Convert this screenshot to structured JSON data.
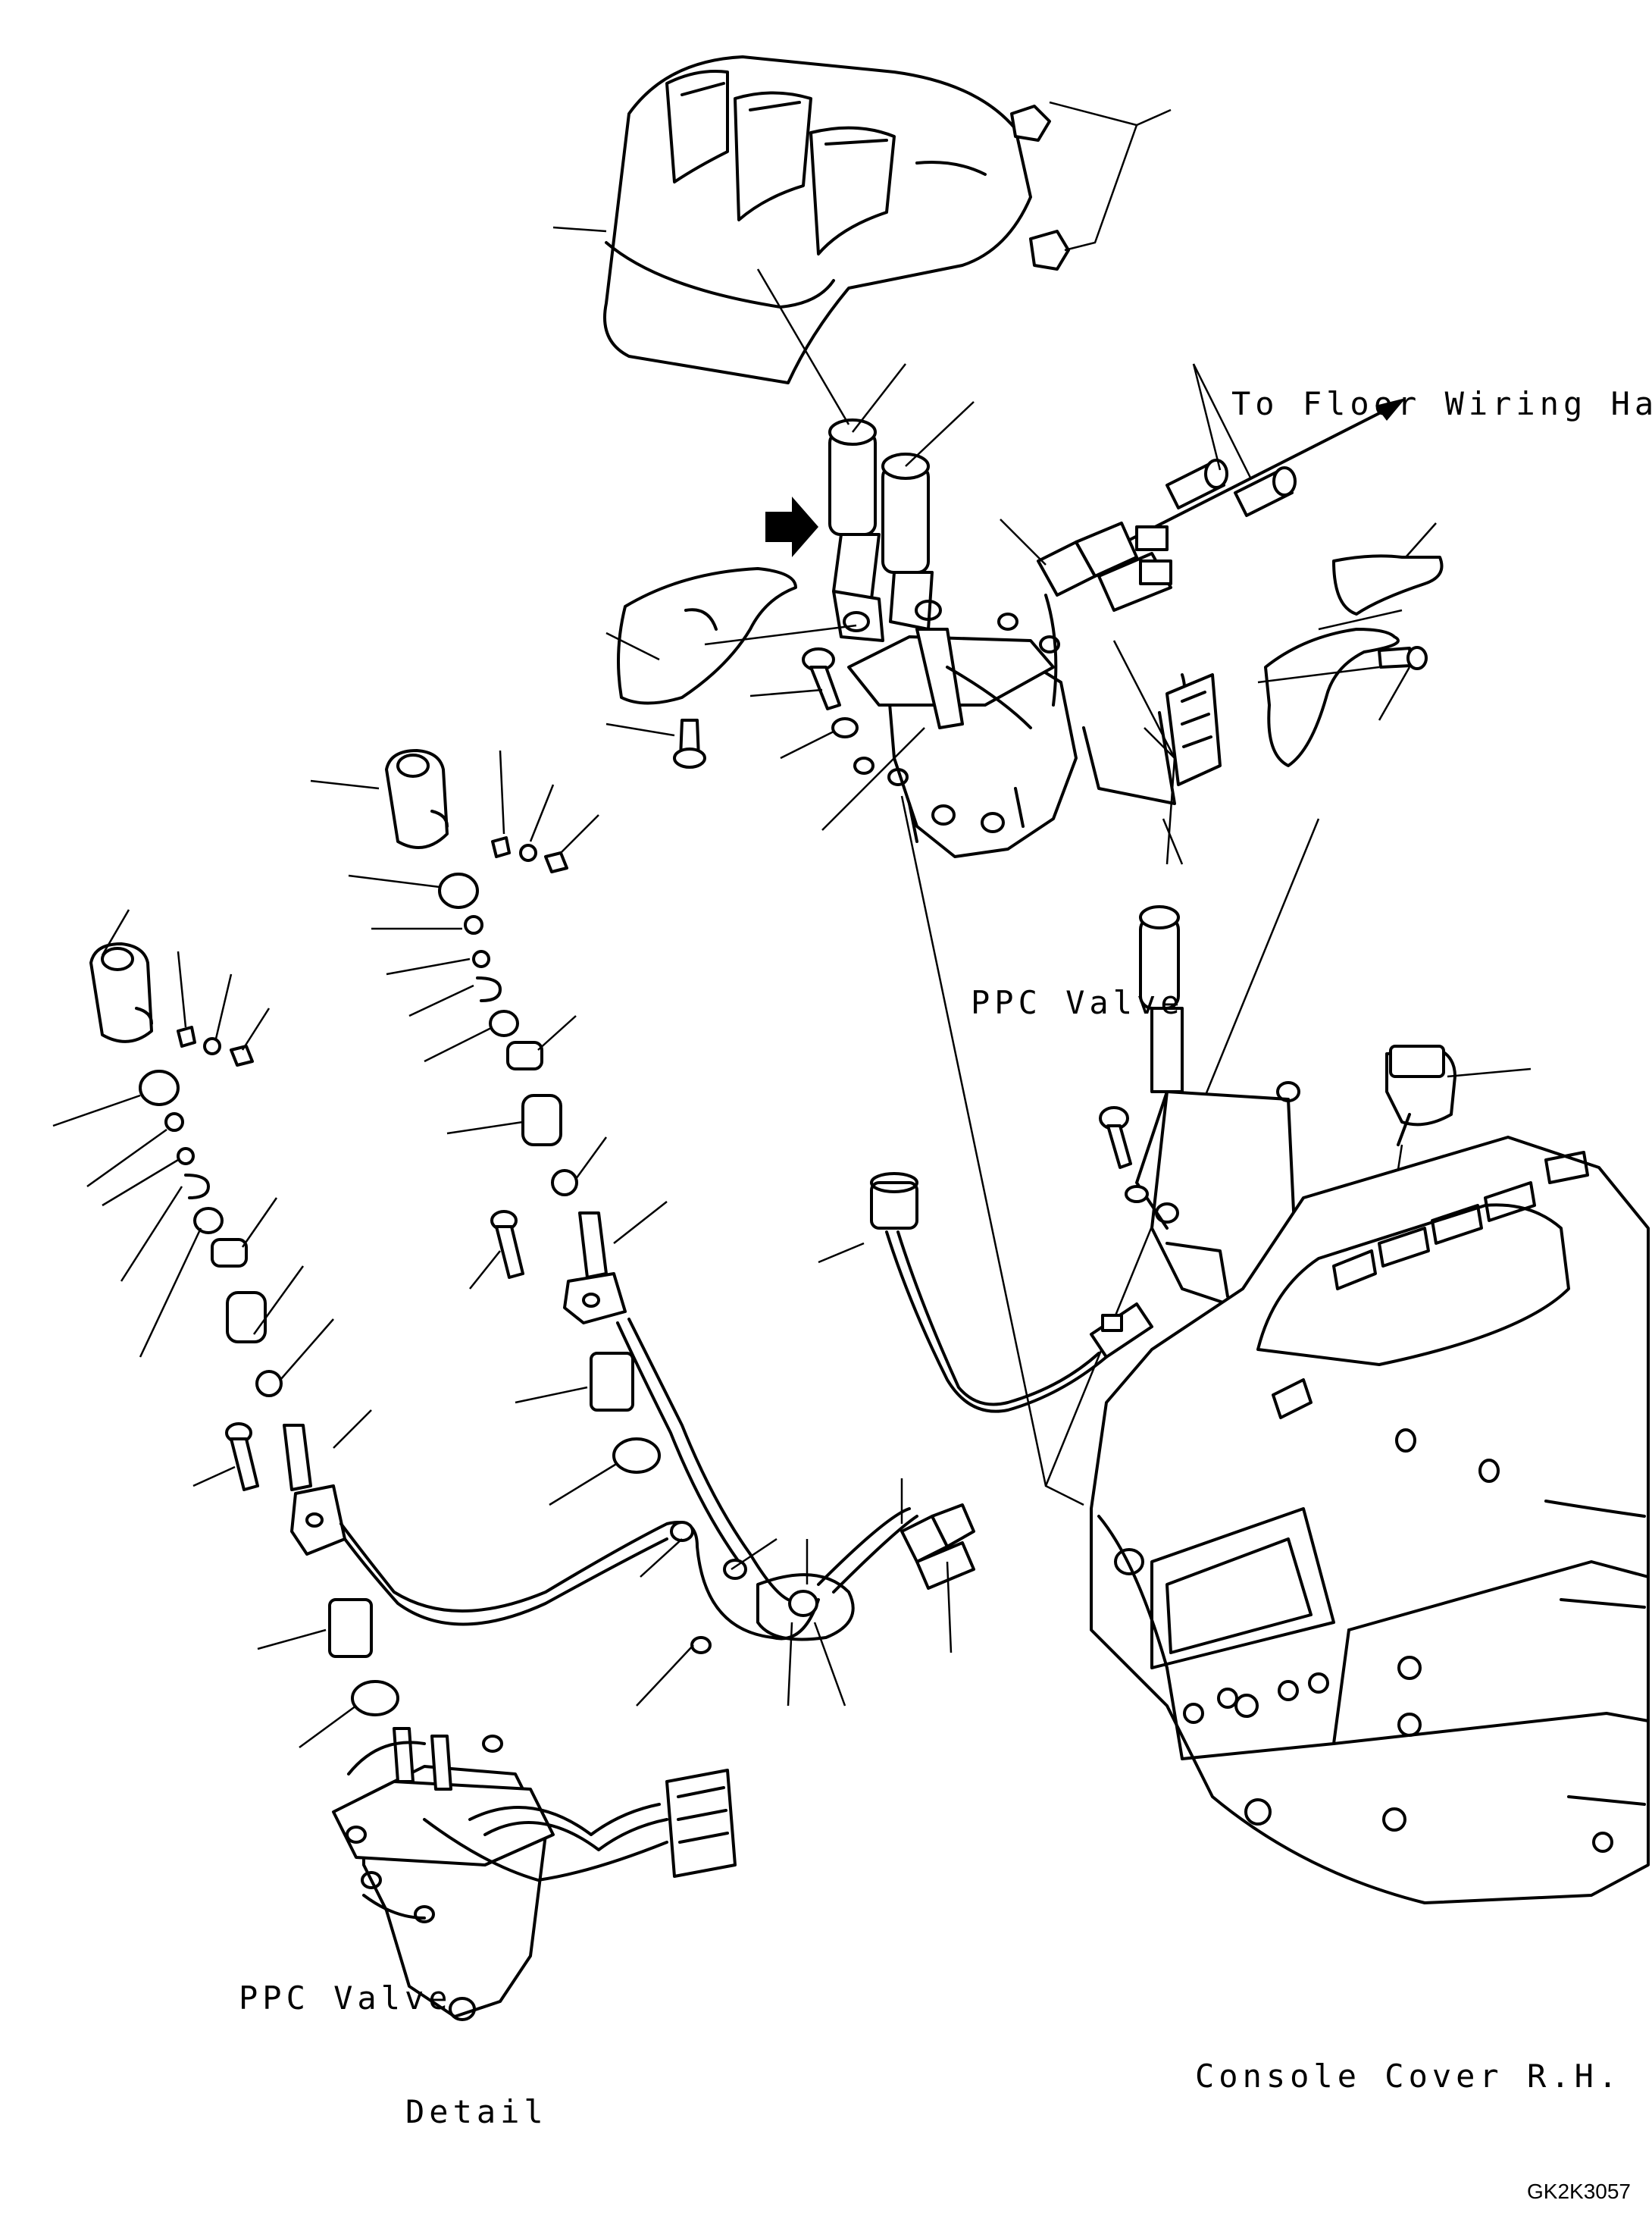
{
  "labels": {
    "to_floor_wiring_harness": "To Floor Wiring Harness",
    "ppc_valve_main": "PPC Valve",
    "ppc_valve_detail": "PPC Valve",
    "detail": "Detail",
    "console_cover": "Console Cover R.H.",
    "drawing_code": "GK2K3057"
  }
}
